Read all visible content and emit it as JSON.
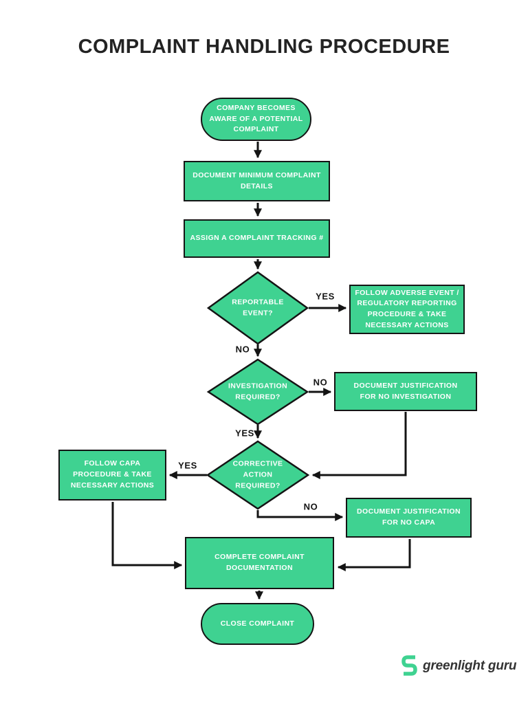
{
  "title": "COMPLAINT HANDLING PROCEDURE",
  "flowchart": {
    "nodes": {
      "start": {
        "type": "terminator",
        "label": "COMPANY BECOMES\nAWARE OF A POTENTIAL\nCOMPLAINT"
      },
      "document_details": {
        "type": "process",
        "label": "DOCUMENT MINIMUM COMPLAINT\nDETAILS"
      },
      "assign_tracking": {
        "type": "process",
        "label": "ASSIGN A COMPLAINT TRACKING #"
      },
      "reportable_event": {
        "type": "decision",
        "label": "REPORTABLE\nEVENT?"
      },
      "adverse_event_procedure": {
        "type": "process",
        "label": "FOLLOW ADVERSE EVENT /\nREGULATORY REPORTING\nPROCEDURE & TAKE\nNECESSARY ACTIONS"
      },
      "investigation_required": {
        "type": "decision",
        "label": "INVESTIGATION\nREQUIRED?"
      },
      "no_investigation_justification": {
        "type": "process",
        "label": "DOCUMENT JUSTIFICATION\nFOR NO INVESTIGATION"
      },
      "corrective_action_required": {
        "type": "decision",
        "label": "CORRECTIVE\nACTION\nREQUIRED?"
      },
      "capa_procedure": {
        "type": "process",
        "label": "FOLLOW CAPA\nPROCEDURE & TAKE\nNECESSARY ACTIONS"
      },
      "no_capa_justification": {
        "type": "process",
        "label": "DOCUMENT JUSTIFICATION\nFOR NO CAPA"
      },
      "complete_documentation": {
        "type": "process",
        "label": "COMPLETE COMPLAINT\nDOCUMENTATION"
      },
      "close_complaint": {
        "type": "terminator",
        "label": "CLOSE COMPLAINT"
      }
    },
    "edge_labels": {
      "reportable_yes": "YES",
      "reportable_no": "NO",
      "investigation_no": "NO",
      "investigation_yes": "YES",
      "corrective_yes": "YES",
      "corrective_no": "NO"
    },
    "edges": [
      {
        "from": "start",
        "to": "document_details"
      },
      {
        "from": "document_details",
        "to": "assign_tracking"
      },
      {
        "from": "assign_tracking",
        "to": "reportable_event"
      },
      {
        "from": "reportable_event",
        "to": "adverse_event_procedure",
        "label": "YES"
      },
      {
        "from": "reportable_event",
        "to": "investigation_required",
        "label": "NO"
      },
      {
        "from": "investigation_required",
        "to": "no_investigation_justification",
        "label": "NO"
      },
      {
        "from": "investigation_required",
        "to": "corrective_action_required",
        "label": "YES"
      },
      {
        "from": "no_investigation_justification",
        "to": "corrective_action_required"
      },
      {
        "from": "corrective_action_required",
        "to": "capa_procedure",
        "label": "YES"
      },
      {
        "from": "corrective_action_required",
        "to": "no_capa_justification",
        "label": "NO"
      },
      {
        "from": "capa_procedure",
        "to": "complete_documentation"
      },
      {
        "from": "no_capa_justification",
        "to": "complete_documentation"
      },
      {
        "from": "complete_documentation",
        "to": "close_complaint"
      }
    ],
    "colors": {
      "node_fill": "#3fd291",
      "node_border": "#141414",
      "node_text": "#ffffff",
      "connector": "#141414",
      "edge_label_text": "#141414",
      "title_text": "#232323"
    }
  },
  "footer": {
    "logo_icon": "greenlight-g-icon",
    "logo_text": "greenlight guru",
    "logo_icon_color": "#3fd291",
    "logo_text_color": "#333333"
  }
}
